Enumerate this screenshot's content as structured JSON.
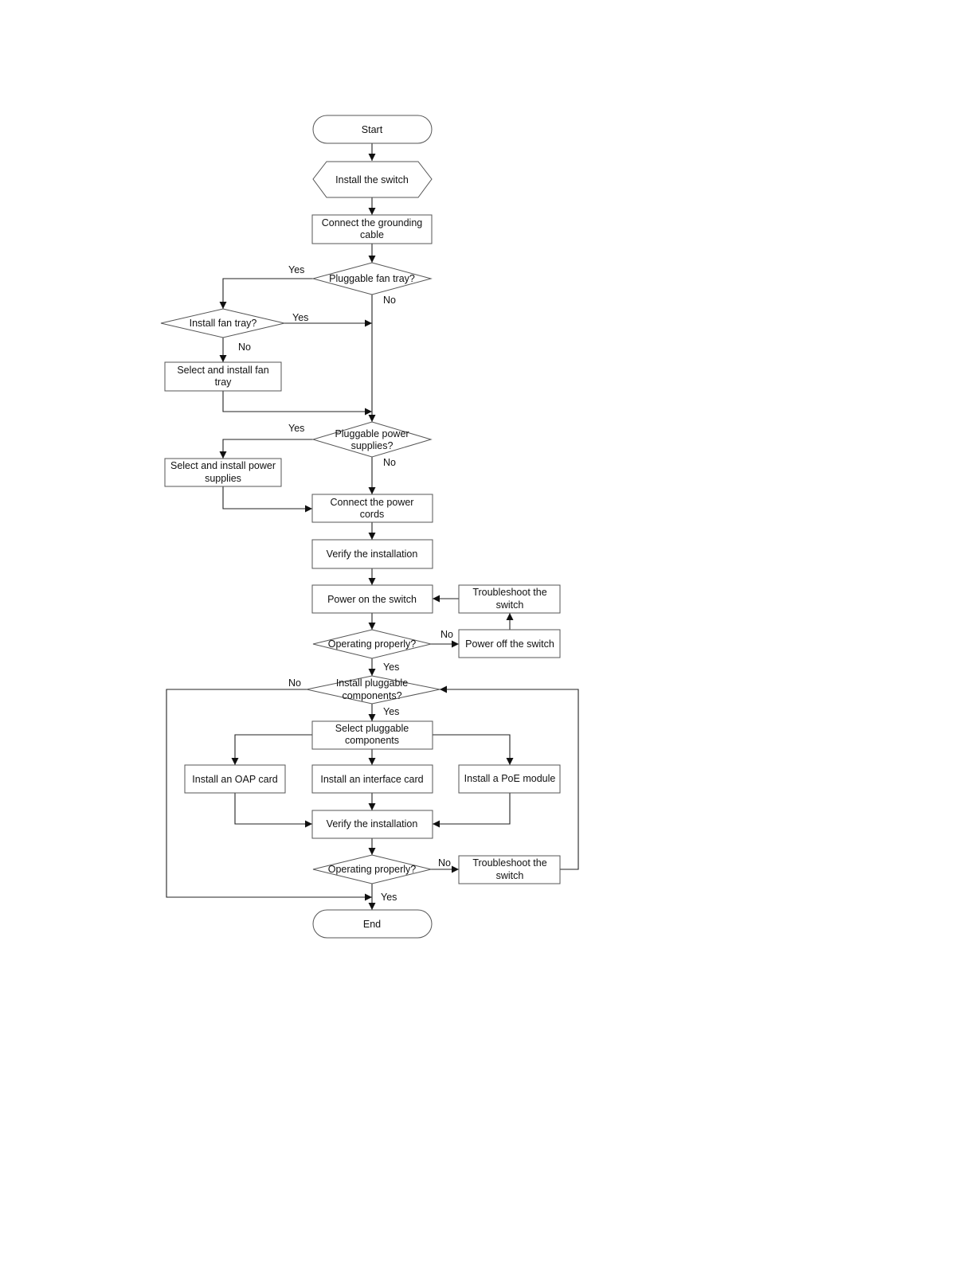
{
  "nodes": {
    "start": "Start",
    "install_switch": "Install the switch",
    "connect_grounding": [
      "Connect the grounding",
      "cable"
    ],
    "pluggable_fan_tray": "Pluggable fan tray?",
    "install_fan_tray": "Install fan tray?",
    "select_install_fan_tray": [
      "Select and install fan",
      "tray"
    ],
    "pluggable_power_supplies": [
      "Pluggable power",
      "supplies?"
    ],
    "select_install_power_supplies": [
      "Select and install power",
      "supplies"
    ],
    "connect_power_cords": [
      "Connect the power",
      "cords"
    ],
    "verify_installation_1": "Verify the installation",
    "power_on": "Power on the switch",
    "troubleshoot_1": [
      "Troubleshoot the",
      "switch"
    ],
    "operating_properly_1": "Operating properly?",
    "power_off": "Power off the switch",
    "install_pluggable_components": [
      "Install pluggable",
      "components?"
    ],
    "select_pluggable_components": [
      "Select pluggable",
      "components"
    ],
    "install_oap_card": "Install an OAP card",
    "install_interface_card": "Install an interface card",
    "install_poe_module": "Install a PoE module",
    "verify_installation_2": "Verify the installation",
    "operating_properly_2": "Operating properly?",
    "troubleshoot_2": [
      "Troubleshoot the",
      "switch"
    ],
    "end": "End"
  },
  "edge_labels": {
    "fan_tray_yes": "Yes",
    "fan_tray_no": "No",
    "install_fan_yes": "Yes",
    "install_fan_no": "No",
    "power_supplies_yes": "Yes",
    "power_supplies_no": "No",
    "operating_1_no": "No",
    "operating_1_yes": "Yes",
    "components_no": "No",
    "components_yes": "Yes",
    "operating_2_no": "No",
    "operating_2_yes": "Yes"
  }
}
